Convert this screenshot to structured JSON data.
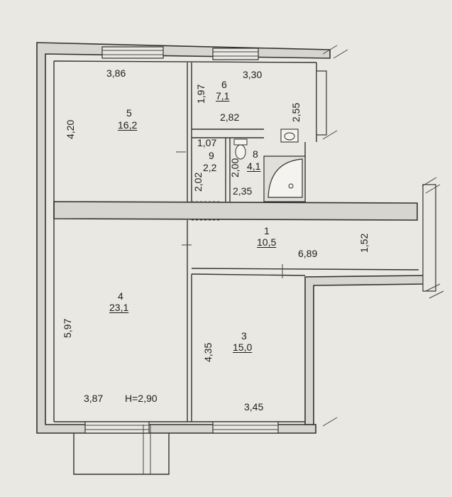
{
  "colors": {
    "paper": "#e9e8e3",
    "ink": "#333333",
    "wall_fill": "#d6d5cf"
  },
  "rooms": {
    "r1": {
      "number": "1",
      "area": "10,5"
    },
    "r3": {
      "number": "3",
      "area": "15,0"
    },
    "r4": {
      "number": "4",
      "area": "23,1"
    },
    "r5": {
      "number": "5",
      "area": "16,2"
    },
    "r6": {
      "number": "6",
      "area": "7,1"
    },
    "r8": {
      "number": "8",
      "area": "4,1"
    },
    "r9": {
      "number": "9",
      "area": "2,2"
    }
  },
  "dimensions": {
    "d_386": "3,86",
    "d_330": "3,30",
    "d_197": "1,97",
    "d_420": "4,20",
    "d_282": "2,82",
    "d_255": "2,55",
    "d_107": "1,07",
    "d_200": "2,00",
    "d_202": "2,02",
    "d_235": "2,35",
    "d_152": "1,52",
    "d_689": "6,89",
    "d_597": "5,97",
    "d_435": "4,35",
    "d_387": "3,87",
    "d_345": "3,45"
  },
  "height_note": "H=2,90",
  "icons": [
    "bathtub-icon",
    "washbasin-icon",
    "toilet-icon",
    "window-icon",
    "door-icon"
  ]
}
